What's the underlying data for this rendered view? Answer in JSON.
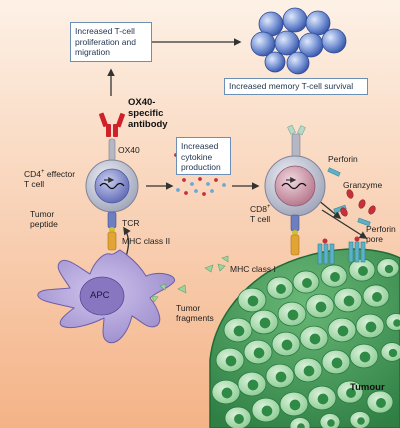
{
  "labels": {
    "proliferation_box": "Increased T-cell\nproliferation and\nmigration",
    "memory_box": "Increased memory T-cell survival",
    "cytokine_box": "Increased\ncytokine\nproduction",
    "antibody": "OX40-\nspecific\nantibody",
    "ox40": "OX40",
    "cd4_main": "CD4",
    "cd4_sup": "+",
    "cd4_rest": " effector",
    "cd4_line2": "T cell",
    "tcr": "TCR",
    "mhc2": "MHC class II",
    "tumor_peptide": "Tumor\npeptide",
    "apc": "APC",
    "tumor_fragments": "Tumor\nfragments",
    "cd8_main": "CD8",
    "cd8_sup": "+",
    "cd8_line2": "T cell",
    "mhc1": "MHC class I",
    "perforin": "Perforin",
    "granzyme": "Granzyme",
    "perforin_pore": "Perforin\npore",
    "tumour": "Tumour"
  },
  "colors": {
    "background_top": "#fdeee0",
    "background_bottom": "#f4b88c",
    "box_border": "#6c8fb5",
    "arrow": "#333333",
    "t_cell_outer": "#b3b7c8",
    "cd4_nucleus": "#6f79c0",
    "cd8_nucleus": "#c2889a",
    "apc": "#a595d0",
    "tumour_mass": "#3f9a58",
    "tumour_cell": "#b7dfb8",
    "tumour_nucleus": "#2f8a45",
    "antibody": "#d0202a",
    "memory_cells": "#4a6fc2",
    "granzyme": "#c5303a",
    "perforin": "#4aa6c0"
  }
}
